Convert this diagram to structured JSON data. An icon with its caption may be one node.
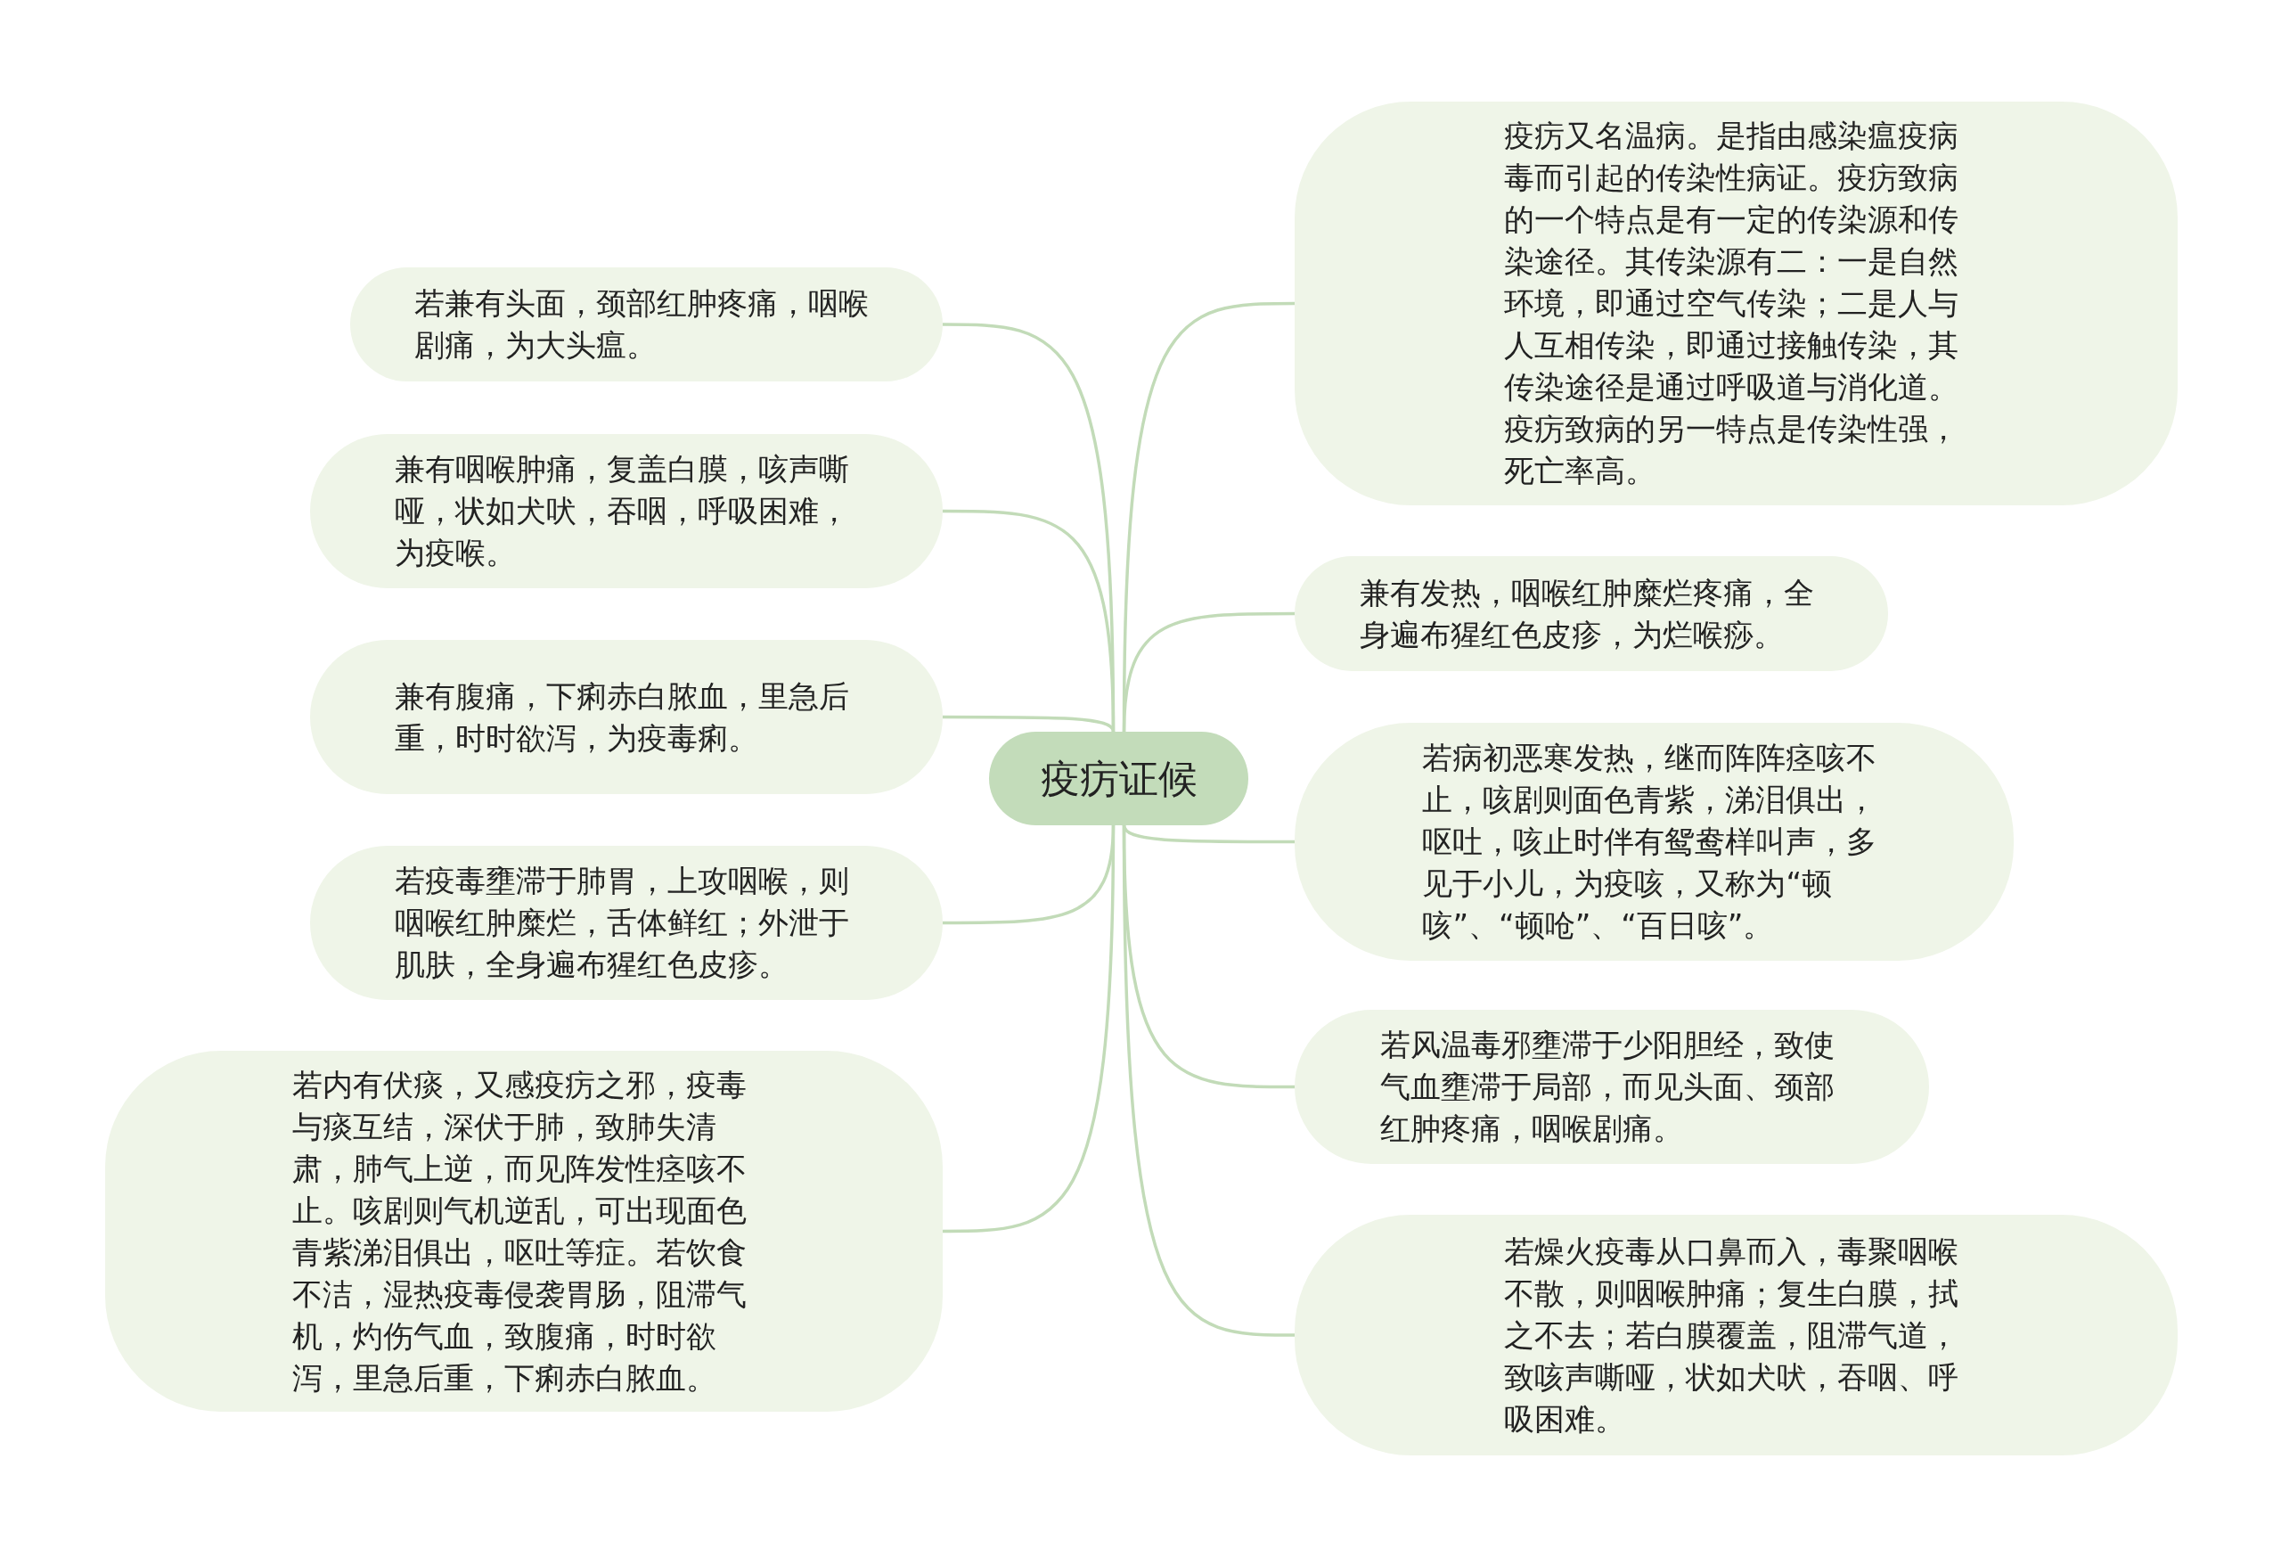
{
  "diagram": {
    "nodes": [
      {
        "text": [
          "疫疠证候"
        ]
      },
      {
        "text": [
          "若兼有头面，颈部红肿疼痛，咽喉剧痛，为大头瘟。"
        ]
      },
      {
        "text": [
          "兼有咽喉肿痛，复盖白膜，咳声嘶哑，状如犬吠，吞咽，呼吸困难，为疫喉。"
        ]
      },
      {
        "text": [
          "兼有腹痛，下痢赤白脓血，里急后重，时时欲泻，为疫毒痢。"
        ]
      },
      {
        "text": [
          "若疫毒壅滞于肺胃，上攻咽喉，则咽喉红肿糜烂，舌体鲜红；外泄于肌肤，全身遍布猩红色皮疹。"
        ]
      },
      {
        "text": [
          "若内有伏痰，又感疫疠之邪，疫毒与痰互结，深伏于肺，致肺失清肃，肺气上逆，而见阵发性痉咳不止。咳剧则气机逆乱，可出现面色青紫涕泪俱出，呕吐等症。若饮食不洁，湿热疫毒侵袭胃肠，阻滞气机，灼伤气血，致腹痛，时时欲泻，里急后重，下痢赤白脓血。"
        ]
      },
      {
        "text": [
          "疫疠又名温病。是指由感染瘟疫病毒而引起的传染性病证。疫疠致病的一个特点是有一定的传染源和传染途径。其传染源有二：一是自然环境，即通过空气传染；二是人与人互相传染，即通过接触传染，其传染途径是通过呼吸道与消化道。疫疠致病的另一特点是传染性强，死亡率高。"
        ]
      },
      {
        "text": [
          "兼有发热，咽喉红肿糜烂疼痛，全身遍布猩红色皮疹，为烂喉痧。"
        ]
      },
      {
        "text": [
          "若病初恶寒发热，继而阵阵痉咳不止，咳剧则面色青紫，涕泪俱出，呕吐，咳止时伴有鸳鸯样叫声，多见于小儿，为疫咳，又称为“顿咳”、“顿呛”、“百日咳”。"
        ]
      },
      {
        "text": [
          "若风温毒邪壅滞于少阳胆经，致使气血壅滞于局部，而见头面、颈部红肿疼痛，咽喉剧痛。"
        ]
      },
      {
        "text": [
          "若燥火疫毒从口鼻而入，毒聚咽喉不散，则咽喉肿痛；复生白膜，拭之不去；若白膜覆盖，阻滞气道，致咳声嘶哑，状如犬吠，吞咽、呼吸困难。"
        ]
      }
    ],
    "edges": [
      {
        "from": 0,
        "to": 1,
        "arrow": "none"
      },
      {
        "from": 0,
        "to": 2,
        "arrow": "none"
      },
      {
        "from": 0,
        "to": 3,
        "arrow": "none"
      },
      {
        "from": 0,
        "to": 4,
        "arrow": "none"
      },
      {
        "from": 0,
        "to": 5,
        "arrow": "none"
      },
      {
        "from": 0,
        "to": 6,
        "arrow": "none"
      },
      {
        "from": 0,
        "to": 7,
        "arrow": "none"
      },
      {
        "from": 0,
        "to": 8,
        "arrow": "none"
      },
      {
        "from": 0,
        "to": 9,
        "arrow": "none"
      },
      {
        "from": 0,
        "to": 10,
        "arrow": "none"
      }
    ]
  }
}
